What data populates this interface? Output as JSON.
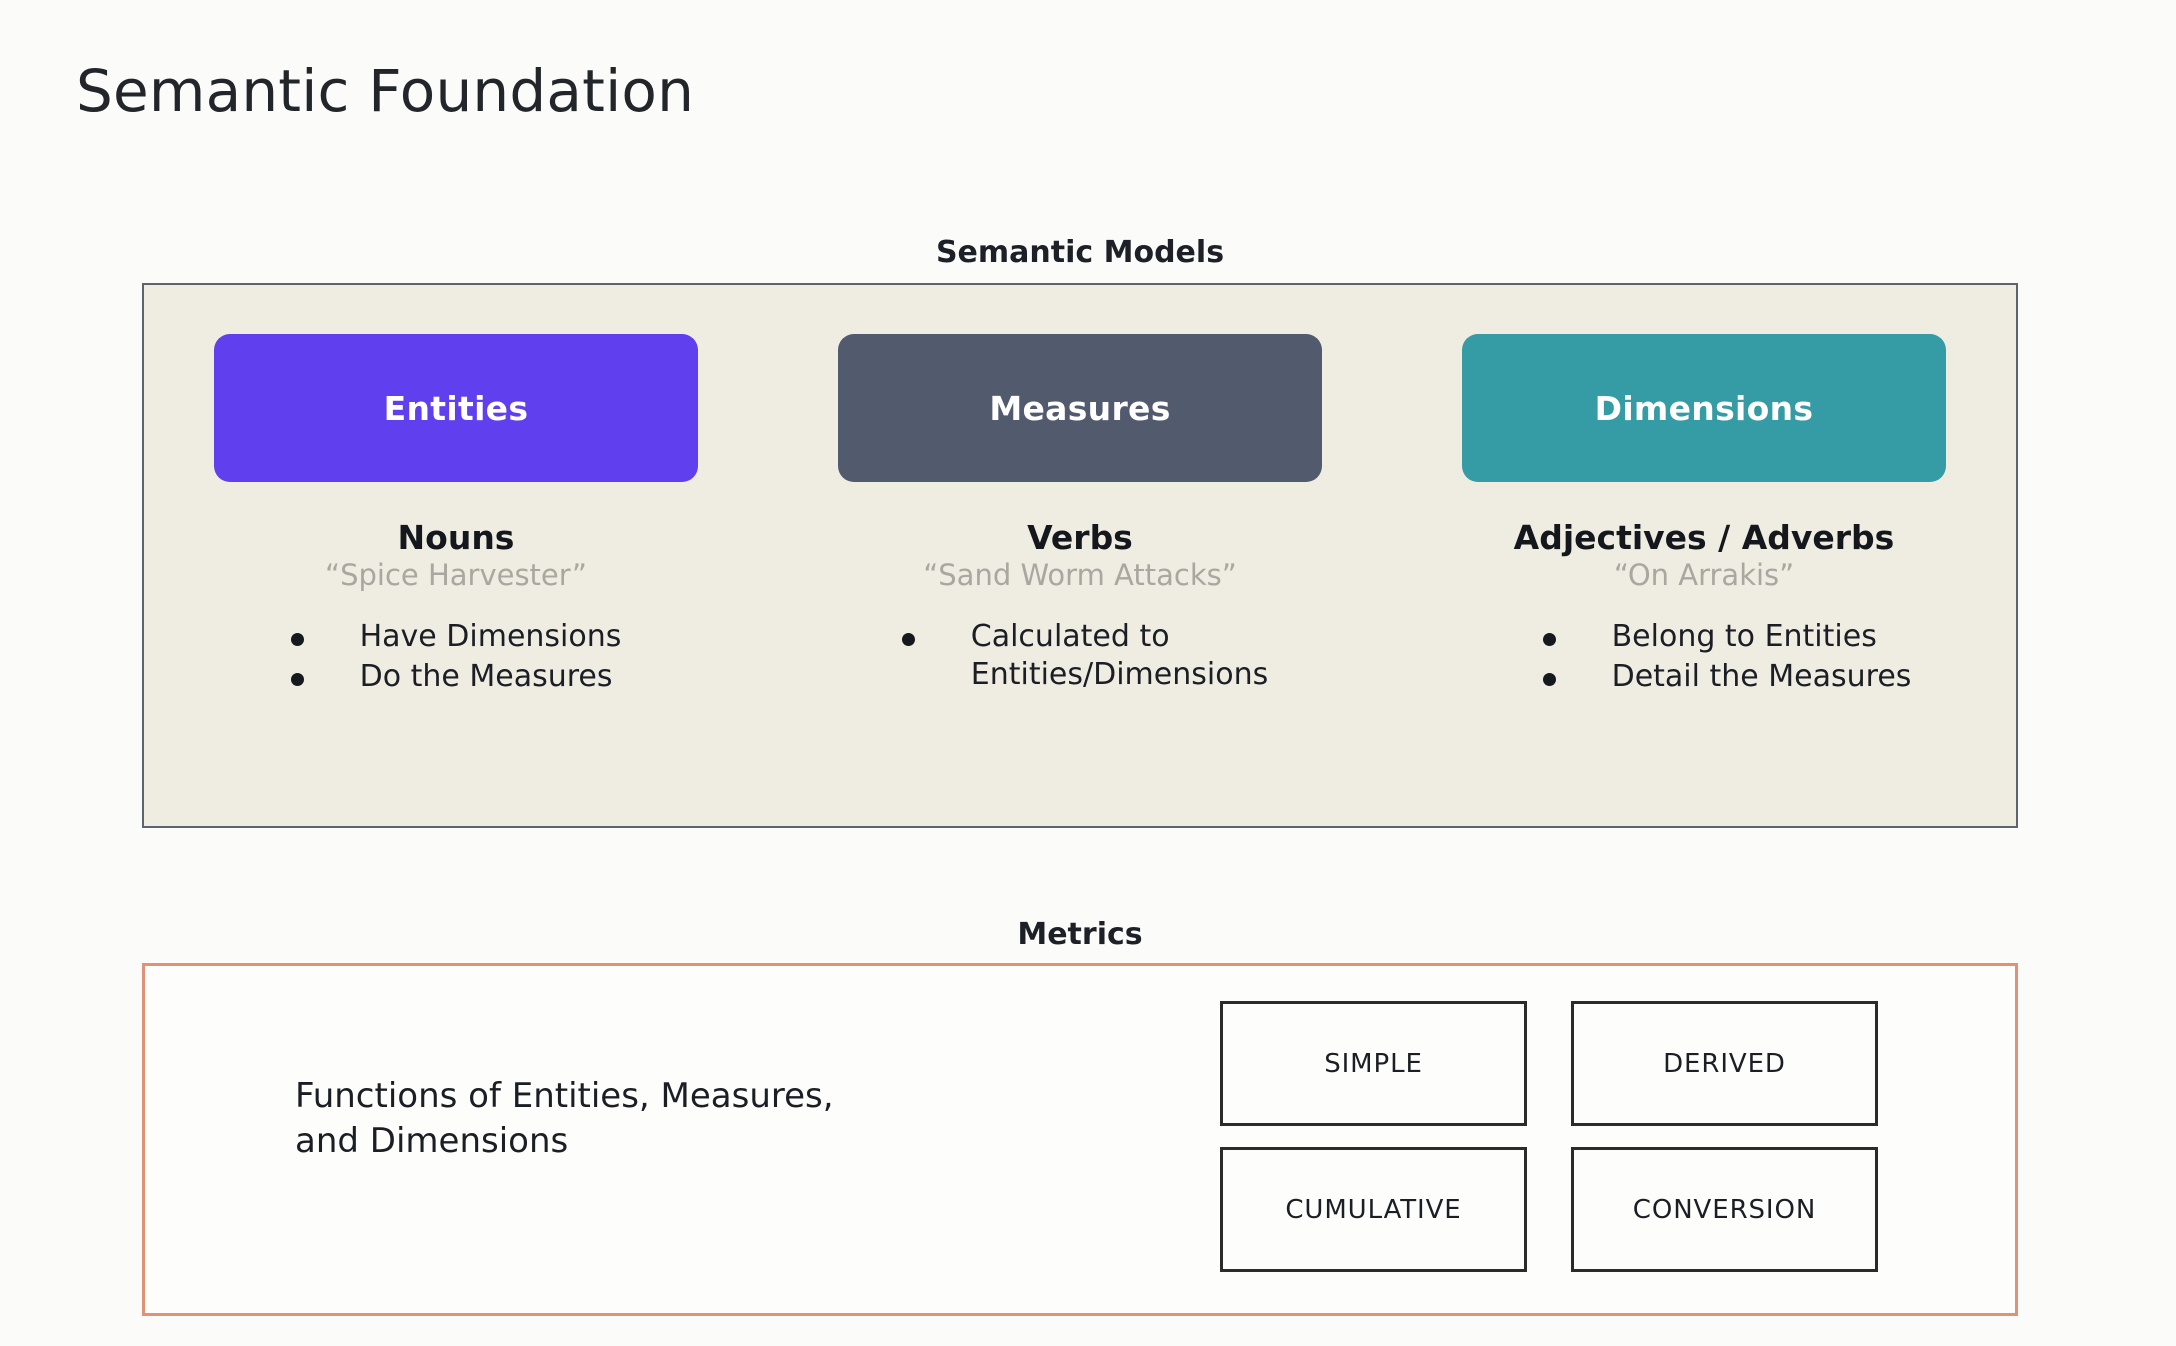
{
  "page": {
    "title": "Semantic Foundation",
    "background_color": "#FBFCFA"
  },
  "semantic_models": {
    "caption": "Semantic Models",
    "panel_background": "#EFEDE2",
    "panel_border_color": "#5D6470",
    "columns": [
      {
        "pill_label": "Entities",
        "pill_color": "#6040EE",
        "word_class": "Nouns",
        "example": "“Spice Harvester”",
        "bullets": [
          "Have Dimensions",
          "Do the Measures"
        ]
      },
      {
        "pill_label": "Measures",
        "pill_color": "#525A6E",
        "word_class": "Verbs",
        "example": "“Sand Worm Attacks”",
        "bullets": [
          "Calculated to\nEntities/Dimensions"
        ]
      },
      {
        "pill_label": "Dimensions",
        "pill_color": "#359BA4",
        "word_class": "Adjectives / Adverbs",
        "example": "“On Arrakis”",
        "bullets": [
          "Belong to Entities",
          "Detail the Measures"
        ]
      }
    ]
  },
  "metrics": {
    "caption": "Metrics",
    "panel_border_color": "#E29179",
    "description": "Functions of Entities, Measures,\nand Dimensions",
    "types": [
      "SIMPLE",
      "DERIVED",
      "CUMULATIVE",
      "CONVERSION"
    ]
  }
}
